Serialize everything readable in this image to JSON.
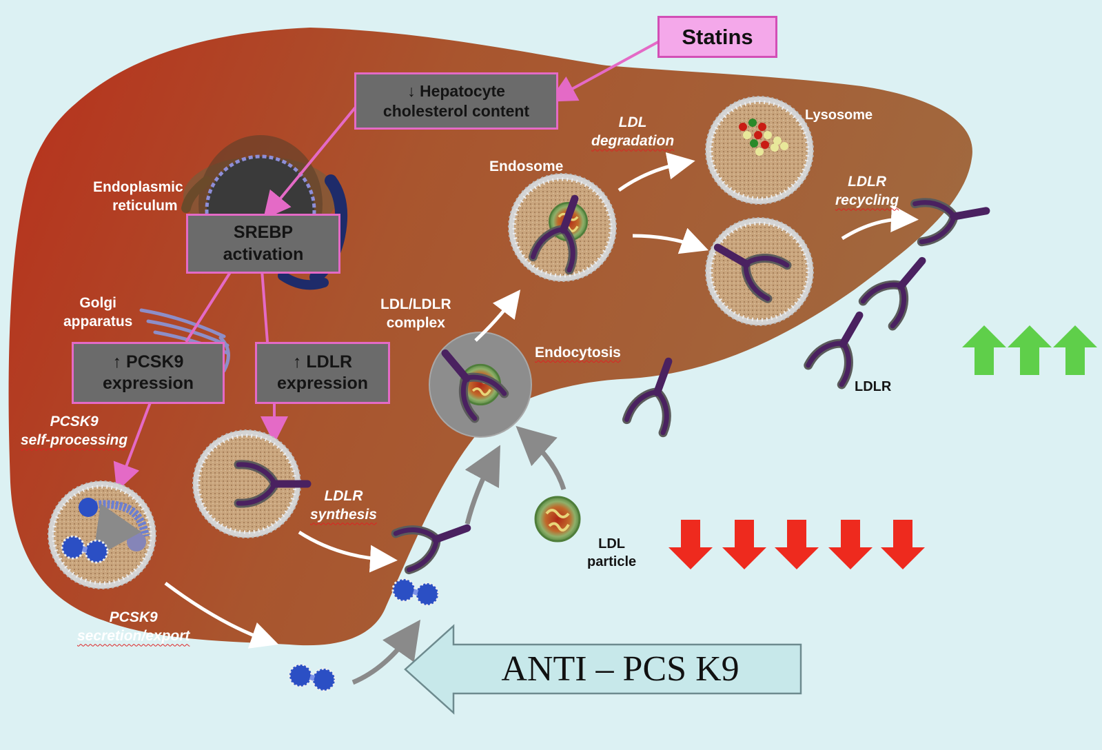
{
  "statins": "Statins",
  "hepatocyte_box": {
    "line1": "↓ Hepatocyte",
    "line2": "cholesterol content"
  },
  "srebp_box": {
    "line1": "SREBP",
    "line2": "activation"
  },
  "pcsk9_expr_box": {
    "line1": "↑ PCSK9",
    "line2": "expression"
  },
  "ldlr_expr_box": {
    "line1": "↑ LDLR",
    "line2": "expression"
  },
  "labels": {
    "er_1": "Endoplasmic",
    "er_2": "reticulum",
    "golgi_1": "Golgi",
    "golgi_2": "apparatus",
    "pcsk9_self_1": "PCSK9",
    "pcsk9_self_2": "self-processing",
    "pcsk9_sec_1": "PCSK9",
    "pcsk9_sec_2": "secretion/export",
    "ldlr_syn_1": "LDLR",
    "ldlr_syn_2": "synthesis",
    "complex_1": "LDL/LDLR",
    "complex_2": "complex",
    "endosome": "Endosome",
    "endocytosis": "Endocytosis",
    "ldl_degr_1": "LDL",
    "ldl_degr_2": "degradation",
    "lysosome": "Lysosome",
    "ldlr_rec_1": "LDLR",
    "ldlr_rec_2": "recycling",
    "ldlr": "LDLR",
    "ldl_particle_1": "LDL",
    "ldl_particle_2": "particle"
  },
  "anti_pcsk9": "ANTI – PCS K9",
  "colors": {
    "background": "#dcf1f3",
    "liver_dark": "#b5321e",
    "liver_light": "#a5683f",
    "box_fill": "#6b6b6b",
    "box_border": "#e46ac6",
    "pink_arrow": "#e46ac6",
    "green_arrow": "#5fcf4a",
    "red_arrow": "#ee2a1e",
    "receptor": "#4a2160",
    "statins_fill": "#f4a8ea"
  },
  "up_arrow_count": 3,
  "down_arrow_count": 5
}
